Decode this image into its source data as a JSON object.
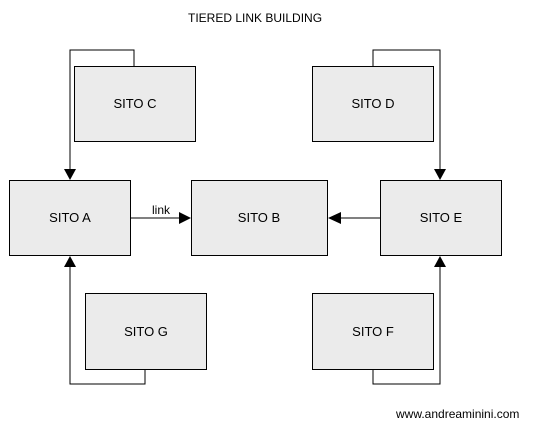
{
  "title": "TIERED LINK BUILDING",
  "footer": "www.andreaminini.com",
  "colors": {
    "node_fill": "#ebebeb",
    "stroke": "#000000",
    "background": "#ffffff"
  },
  "nodes": {
    "sito_a": "SITO A",
    "sito_b": "SITO B",
    "sito_c": "SITO C",
    "sito_d": "SITO D",
    "sito_e": "SITO E",
    "sito_f": "SITO F",
    "sito_g": "SITO G"
  },
  "edges": [
    {
      "from": "sito_c",
      "to": "sito_a",
      "label": ""
    },
    {
      "from": "sito_g",
      "to": "sito_a",
      "label": ""
    },
    {
      "from": "sito_a",
      "to": "sito_b",
      "label": "link"
    },
    {
      "from": "sito_e",
      "to": "sito_b",
      "label": ""
    },
    {
      "from": "sito_d",
      "to": "sito_e",
      "label": ""
    },
    {
      "from": "sito_f",
      "to": "sito_e",
      "label": ""
    }
  ]
}
